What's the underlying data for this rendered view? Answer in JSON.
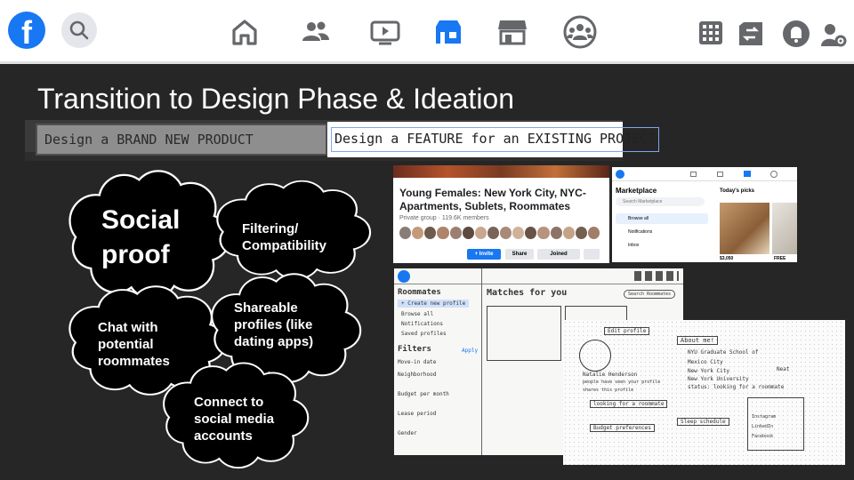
{
  "topbar": {
    "logo_letter": "f",
    "icons": [
      "facebook-logo",
      "search-icon",
      "home-icon",
      "friends-icon",
      "watch-icon",
      "marketplace-icon",
      "shop-icon",
      "groups-icon",
      "menu-grid-icon",
      "messenger-icon",
      "notifications-icon",
      "account-settings-icon"
    ],
    "accent": "#1877f2"
  },
  "slide": {
    "title": "Transition to Design Phase & Ideation",
    "option_new": "Design a BRAND NEW PRODUCT",
    "option_feature": "Design a FEATURE for an EXISTING PROJECT",
    "clouds": [
      {
        "text": "Social\nproof"
      },
      {
        "text": "Filtering/\nCompatibility"
      },
      {
        "text": "Chat with\npotential\nroommates"
      },
      {
        "text": "Shareable\nprofiles (like\ndating apps)"
      },
      {
        "text": "Connect to\nsocial media\naccounts"
      }
    ]
  },
  "group_card": {
    "title": "Young Females: New York City, NYC-\nApartments, Sublets, Roommates",
    "meta": "Private group · 119.6K members",
    "invite": "+ Invite",
    "share": "Share",
    "joined": "Joined"
  },
  "marketplace_card": {
    "title": "Marketplace",
    "search": "Search Marketplace",
    "browse": "Browse all",
    "notifications": "Notifications",
    "inbox": "Inbox",
    "todays_picks": "Today's picks",
    "price1": "$3,050",
    "price2": "FREE"
  },
  "sketch1": {
    "roommates": "Roommates",
    "create": "+ Create new profile",
    "browse": "Browse all",
    "notifications": "Notifications",
    "saved": "Saved profiles",
    "filters": "Filters",
    "apply": "Apply",
    "matches": "Matches for you",
    "search": "Search Roommates",
    "move_in": "Move-in date",
    "neighborhood": "Neighborhood",
    "budget": "Budget per month",
    "lease": "Lease period",
    "gender": "Gender"
  },
  "sketch2": {
    "edit": "Edit profile",
    "about": "About me!",
    "nyu": "NYU Graduate School of",
    "mexico": "Mexico City",
    "ny": "New York City",
    "nyu2": "New York University",
    "status": "status: looking for a roommate",
    "name": "Natalie Henderson",
    "people": "people have seen your profile",
    "shares": "shares this profile",
    "looking": "looking for a roommate",
    "preferences": "Budget preferences",
    "sleep": "Sleep schedule",
    "neat": "Neat",
    "instagram": "Instagram",
    "linkedin": "LinkedIn",
    "facebook": "Facebook"
  }
}
